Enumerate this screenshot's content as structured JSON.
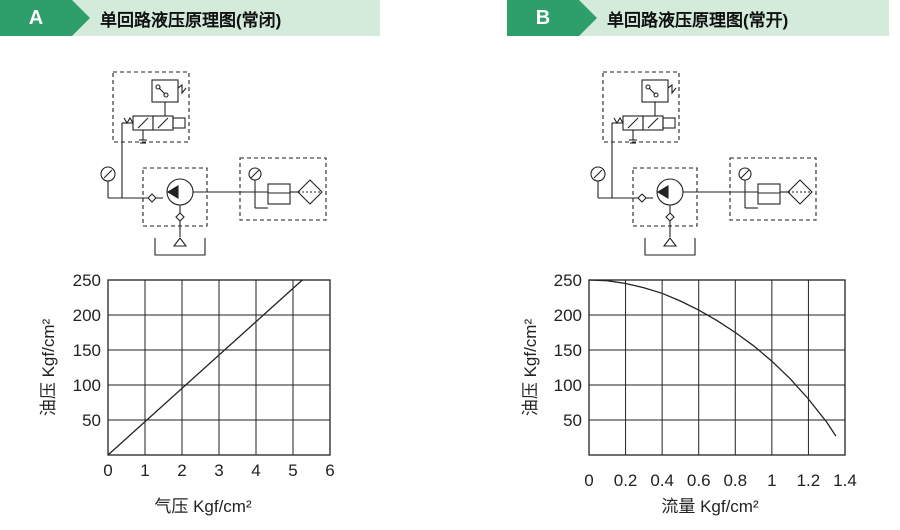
{
  "panels": [
    {
      "badge": "A",
      "title": "单回路液压原理图(常闭)"
    },
    {
      "badge": "B",
      "title": "单回路液压原理图(常开)"
    }
  ],
  "colors": {
    "accent": "#2e9e6a",
    "header_bg": "#d4ebdb",
    "line": "#222222"
  },
  "chart_data": [
    {
      "type": "line",
      "xlabel": "气压 Kgf/cm²",
      "ylabel": "油压 Kgf/cm²",
      "xlim": [
        0,
        6
      ],
      "ylim": [
        0,
        250
      ],
      "xticks": [
        0,
        1,
        2,
        3,
        4,
        5,
        6
      ],
      "yticks": [
        50,
        100,
        150,
        200,
        250
      ],
      "grid": true,
      "series": [
        {
          "x": [
            0,
            5.25
          ],
          "y": [
            0,
            250
          ]
        }
      ]
    },
    {
      "type": "line",
      "xlabel": "流量 Kgf/cm²",
      "ylabel": "油压 Kgf/cm²",
      "xlim": [
        0,
        1.4
      ],
      "ylim": [
        0,
        250
      ],
      "xticks": [
        0,
        0.2,
        0.4,
        0.6,
        0.8,
        1.0,
        1.2,
        1.4
      ],
      "yticks": [
        50,
        100,
        150,
        200,
        250
      ],
      "grid": true,
      "series": [
        {
          "x": [
            0,
            0.1,
            0.2,
            0.3,
            0.4,
            0.5,
            0.6,
            0.7,
            0.8,
            0.9,
            1.0,
            1.1,
            1.2,
            1.3,
            1.35
          ],
          "y": [
            250,
            249,
            245,
            239,
            231,
            220,
            207,
            192,
            175,
            156,
            134,
            109,
            80,
            47,
            27
          ]
        }
      ]
    }
  ]
}
